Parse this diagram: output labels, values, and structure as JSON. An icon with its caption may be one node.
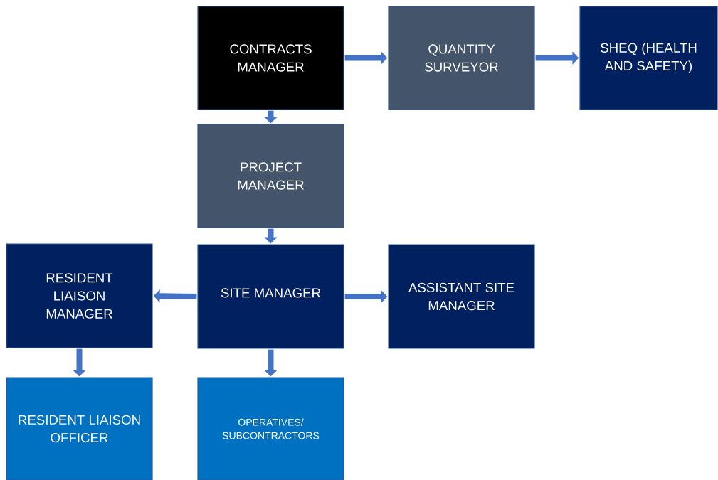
{
  "diagram": {
    "nodes": [
      {
        "text": [
          "CONTRACTS MANAGER"
        ]
      },
      {
        "text": [
          "QUANTITY SURVEYOR"
        ]
      },
      {
        "text": [
          "SHEQ (HEALTH AND SAFETY)"
        ]
      },
      {
        "text": [
          "PROJECT MANAGER"
        ]
      },
      {
        "text": [
          "RESIDENT LIAISON MANAGER"
        ]
      },
      {
        "text": [
          "SITE MANAGER"
        ]
      },
      {
        "text": [
          "ASSISTANT SITE MANAGER"
        ]
      },
      {
        "text": [
          "RESIDENT LIAISON OFFICER"
        ]
      },
      {
        "text": [
          "OPERATIVES/ SUBCONTRACTORS"
        ]
      }
    ],
    "edges": [
      {
        "from": 0,
        "to": 1,
        "arrow": "to"
      },
      {
        "from": 1,
        "to": 2,
        "arrow": "to"
      },
      {
        "from": 0,
        "to": 3,
        "arrow": "to"
      },
      {
        "from": 3,
        "to": 5,
        "arrow": "to"
      },
      {
        "from": 5,
        "to": 4,
        "arrow": "to"
      },
      {
        "from": 5,
        "to": 6,
        "arrow": "to"
      },
      {
        "from": 4,
        "to": 7,
        "arrow": "to"
      },
      {
        "from": 5,
        "to": 8,
        "arrow": "to"
      }
    ]
  }
}
